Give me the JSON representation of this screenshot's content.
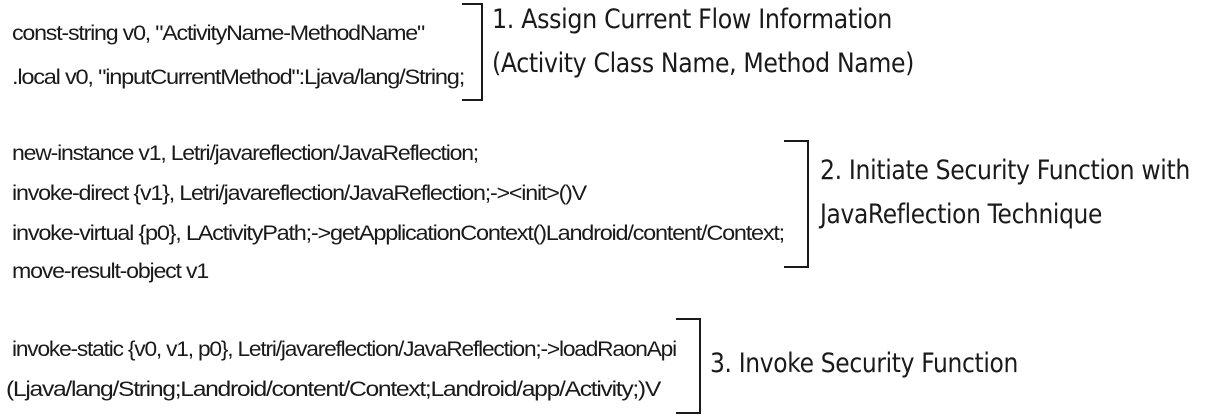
{
  "steps": [
    {
      "code": [
        "const-string v0, \"ActivityName-MethodName\"",
        ".local v0, \"inputCurrentMethod\":Ljava/lang/String;"
      ],
      "label": [
        "1. Assign Current Flow Information",
        "(Activity Class Name, Method Name)"
      ]
    },
    {
      "code": [
        "new-instance v1, Letri/javareflection/JavaReflection;",
        "invoke-direct {v1}, Letri/javareflection/JavaReflection;-><init>()V",
        "invoke-virtual {p0}, LActivityPath;->getApplicationContext()Landroid/content/Context;",
        "move-result-object v1"
      ],
      "label": [
        "2. Initiate Security Function with",
        "JavaReflection Technique"
      ]
    },
    {
      "code": [
        "invoke-static {v0, v1, p0}, Letri/javareflection/JavaReflection;->loadRaonApi",
        "(Ljava/lang/String;Landroid/content/Context;Landroid/app/Activity;)V"
      ],
      "label": [
        "3. Invoke Security Function"
      ]
    }
  ]
}
